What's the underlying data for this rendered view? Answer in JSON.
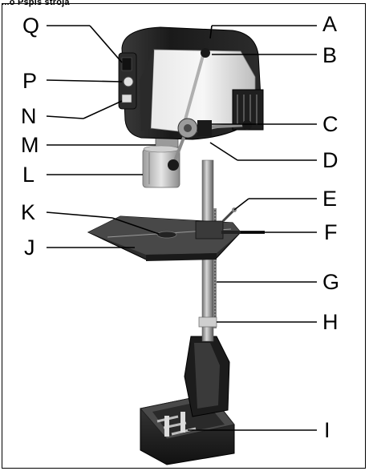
{
  "header": {
    "text": "...o Pspis stroja"
  },
  "labels": {
    "a": "A",
    "b": "B",
    "c": "C",
    "d": "D",
    "e": "E",
    "f": "F",
    "g": "G",
    "h": "H",
    "i": "I",
    "j": "J",
    "k": "K",
    "l": "L",
    "m": "M",
    "n": "N",
    "p": "P",
    "q": "Q"
  }
}
